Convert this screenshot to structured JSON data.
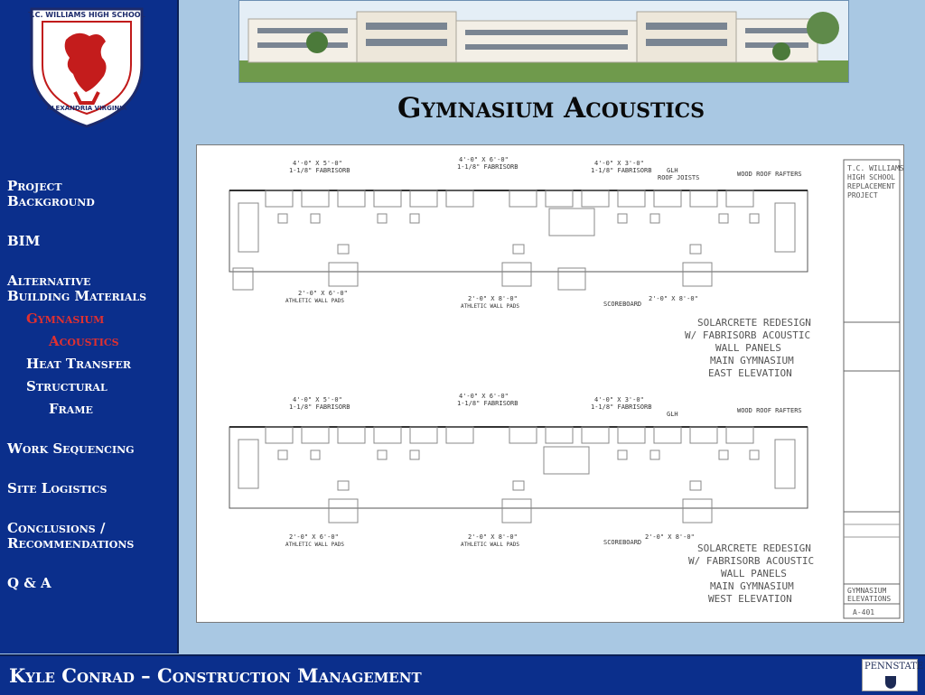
{
  "school_crest": {
    "top_text": "T.C. WILLIAMS HIGH SCHOOL",
    "bottom_text": "ALEXANDRIA VIRGINIA"
  },
  "nav": {
    "items": [
      {
        "label_1": "Project",
        "label_2": "Background"
      },
      {
        "label_1": "BIM"
      },
      {
        "label_1": "Alternative",
        "label_2": "Building Materials"
      }
    ],
    "sub_gym_1": "Gymnasium",
    "sub_gym_2": "Acoustics",
    "sub_heat": "Heat Transfer",
    "sub_struct_1": "Structural",
    "sub_struct_2": "Frame",
    "work_sequencing": "Work Sequencing",
    "site_logistics": "Site Logistics",
    "conclusions_1": "Conclusions /",
    "conclusions_2": "Recommendations",
    "qa": "Q & A",
    "active_color": "#e03030"
  },
  "slide": {
    "title": "Gymnasium Acoustics"
  },
  "drawing": {
    "title_block": {
      "project_1": "T.C. WILLIAMS",
      "project_2": "HIGH SCHOOL",
      "project_3": "REPLACEMENT",
      "project_4": "PROJECT",
      "sheet_name_1": "GYMNASIUM",
      "sheet_name_2": "ELEVATIONS",
      "sheet_number": "A-401"
    },
    "east": {
      "line1": "SOLARCRETE REDESIGN",
      "line2": "W/ FABRISORB ACOUSTIC",
      "line3": "WALL PANELS",
      "line4": "MAIN GYMNASIUM",
      "line5": "EAST ELEVATION"
    },
    "west": {
      "line1": "SOLARCRETE REDESIGN",
      "line2": "W/ FABRISORB ACOUSTIC",
      "line3": "WALL PANELS",
      "line4": "MAIN GYMNASIUM",
      "line5": "WEST ELEVATION"
    },
    "callouts": {
      "panel_size_a": "4'-0\" X 5'-0\"",
      "panel_size_b": "4'-0\" X 6'-0\"",
      "panel_size_c": "4'-0\" X 3'-0\"",
      "panel_spec": "1-1/8\" FABRISORB",
      "glh": "GLH",
      "roof_joists": "ROOF JOISTS",
      "wood_rafters": "WOOD ROOF RAFTERS",
      "wood_rafters_west": "WOOD ROOF RAFTERS",
      "pads_a": "2'-0\" X 6'-0\"",
      "pads_b": "2'-0\" X 8'-0\"",
      "pads_label": "ATHLETIC WALL PADS",
      "scoreboard": "SCOREBOARD"
    }
  },
  "footer": {
    "text": "Kyle Conrad – Construction Management",
    "logo": "PENNSTATE"
  }
}
